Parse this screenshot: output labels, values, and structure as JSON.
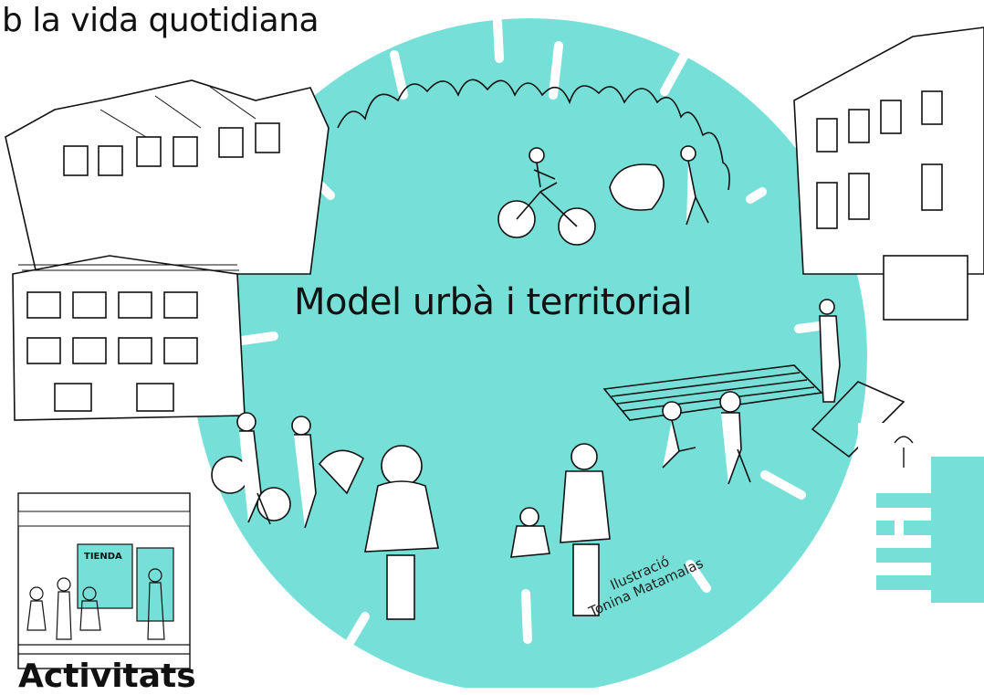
{
  "top_caption": "b la vida quotidiana",
  "center_title": "Model urbà i territorial",
  "credit": {
    "line1": "Ilustració",
    "line2": "Tonina Matamalas"
  },
  "shop_sign": "TIENDA",
  "bottom_caption": "Activitats",
  "colors": {
    "circle": "#76e0d8",
    "ink": "#111111",
    "background": "#ffffff"
  }
}
